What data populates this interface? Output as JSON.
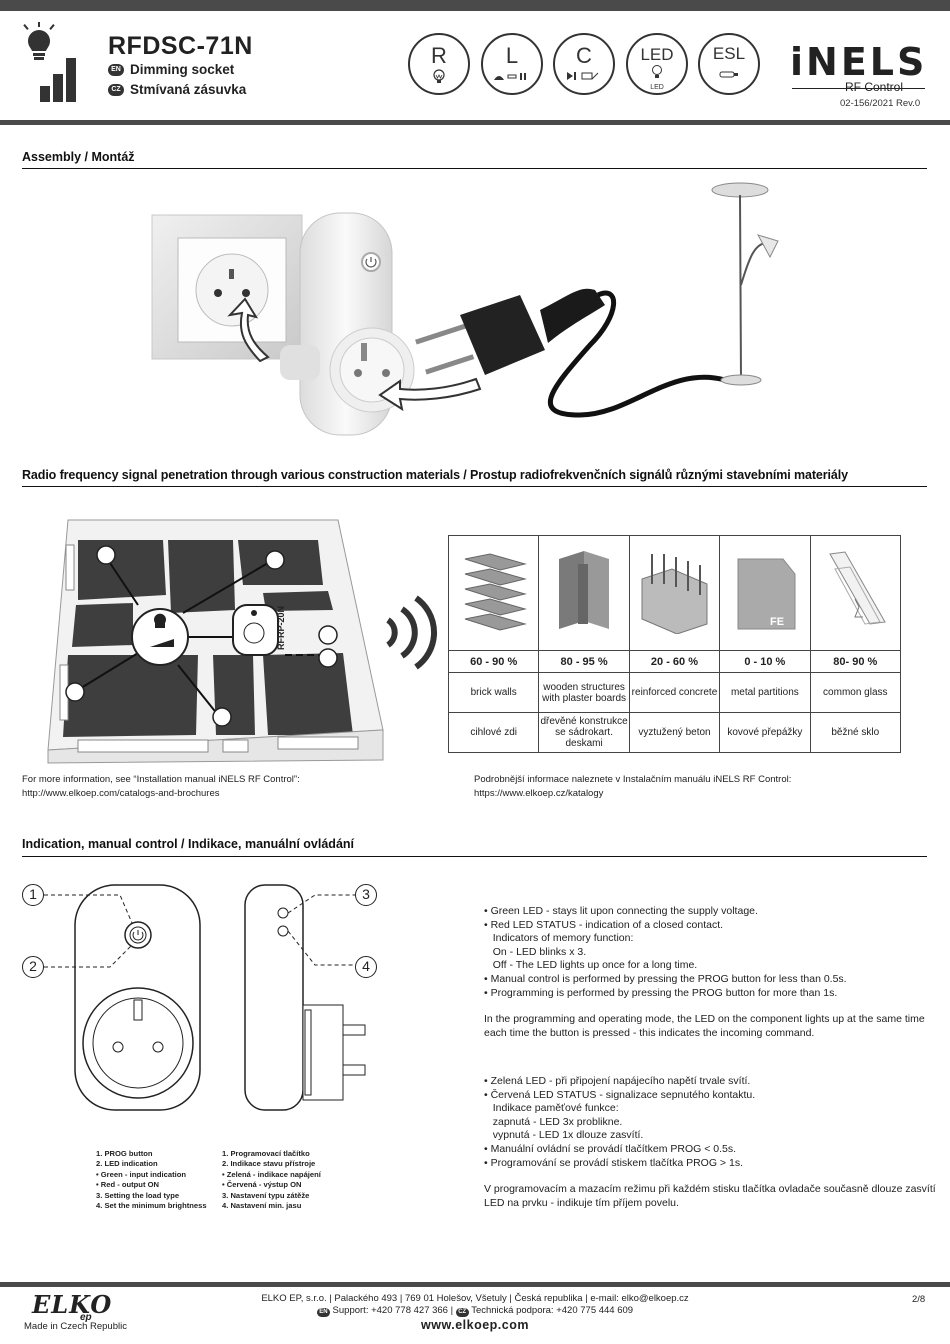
{
  "header": {
    "product_code": "RFDSC-71N",
    "en_tag": "EN",
    "cz_tag": "CZ",
    "subtitle_en": "Dimming socket",
    "subtitle_cz": "Stmívaná zásuvka",
    "load_types": [
      {
        "letter": "R",
        "icon": "bulb-icon"
      },
      {
        "letter": "L",
        "icon": "transformer-icon"
      },
      {
        "letter": "C",
        "icon": "capacitor-icon"
      },
      {
        "letter": "LED",
        "icon": "led-bulb-icon",
        "sublabel": "LED"
      },
      {
        "letter": "ESL",
        "icon": "esl-tube-icon"
      }
    ],
    "brand": "iNELS",
    "brand_sub": "RF Control",
    "doc_number": "02-156/2021 Rev.0"
  },
  "assembly": {
    "heading": "Assembly / Montáž"
  },
  "rf": {
    "heading": "Radio frequency signal penetration through various construction materials / Prostup radiofrekvenčních signálů různými stavebními materiály",
    "repeater_label": "RFRP-20N",
    "materials": [
      {
        "pct": "60 - 90 %",
        "en": "brick walls",
        "cz": "cihlové zdi",
        "icon": "brick-wall-icon"
      },
      {
        "pct": "80 - 95 %",
        "en": "wooden structures with plaster boards",
        "cz": "dřevěné konstrukce se sádrokart. deskami",
        "icon": "plasterboard-icon"
      },
      {
        "pct": "20 - 60 %",
        "en": "reinforced concrete",
        "cz": "vyztužený beton",
        "icon": "concrete-icon"
      },
      {
        "pct": "0 - 10 %",
        "en": "metal partitions",
        "cz": "kovové přepážky",
        "icon": "metal-sheet-icon",
        "mark": "FE"
      },
      {
        "pct": "80- 90 %",
        "en": "common glass",
        "cz": "běžné sklo",
        "icon": "glass-icon"
      }
    ],
    "info_en_1": "For more information, see “Installation manual iNELS RF Control”:",
    "info_en_2": "http://www.elkoep.com/catalogs-and-brochures",
    "info_cz_1": "Podrobnější informace naleznete v Instalačním manuálu iNELS RF Control:",
    "info_cz_2": "https://www.elkoep.cz/katalogy"
  },
  "indication": {
    "heading": "Indication, manual control /  Indikace, manuální ovládání",
    "numbers": [
      "1",
      "2",
      "3",
      "4"
    ],
    "legend_en": [
      "1. PROG button",
      "2. LED indication",
      "•   Green - input indication",
      "•   Red -  output ON",
      "3. Setting the load type",
      "4. Set the minimum brightness"
    ],
    "legend_cz": [
      "1. Programovací  tlačítko",
      "2. Indikace stavu přístroje",
      "•   Zelená - indikace napájení",
      "•   Červená -  výstup ON",
      "3. Nastavení typu zátěže",
      "4. Nastavení min. jasu"
    ],
    "text_en": [
      "• Green LED - stays lit upon connecting the supply voltage.",
      "• Red LED STATUS - indication of a closed contact.",
      "   Indicators of memory function:",
      "   On - LED blinks x 3.",
      "   Off - The LED lights up once for a long time.",
      "• Manual control is performed by pressing the PROG button for less than 0.5s.",
      "• Programming is performed by pressing the PROG button for more than 1s."
    ],
    "text_en_para_1": "In the programming and operating mode, the LED on the component lights up at the same time",
    "text_en_para_2": "each time the button is pressed - this indicates the incoming command.",
    "text_cz": [
      "• Zelená LED - při připojení napájecího napětí trvale svítí.",
      "• Červená LED STATUS - signalizace sepnutého kontaktu.",
      "   Indikace paměťové funkce:",
      "   zapnutá - LED 3x problikne.",
      "   vypnutá - LED 1x dlouze zasvítí.",
      "• Manuální ovládní se provádí tlačítkem PROG < 0.5s.",
      "• Programování se provádí stiskem tlačítka PROG > 1s."
    ],
    "text_cz_para_1": "V programovacím a mazacím režimu při každém stisku tlačítka ovladače současně dlouze zasvítí",
    "text_cz_para_2": "LED na prvku - indikuje tím příjem povelu."
  },
  "footer": {
    "company_line": "ELKO EP, s.r.o. | Palackého 493 | 769 01 Holešov, Všetuly | Česká republika | e-mail: elko@elkoep.cz",
    "support_line": "Support: +420 778 427 366 |",
    "support_cz": "Technická podpora: +420 775 444 609",
    "website": "www.elkoep.com",
    "page": "2/8",
    "logo": "ELKO",
    "logo_sub": "ep",
    "made_in": "Made in Czech Republic"
  }
}
